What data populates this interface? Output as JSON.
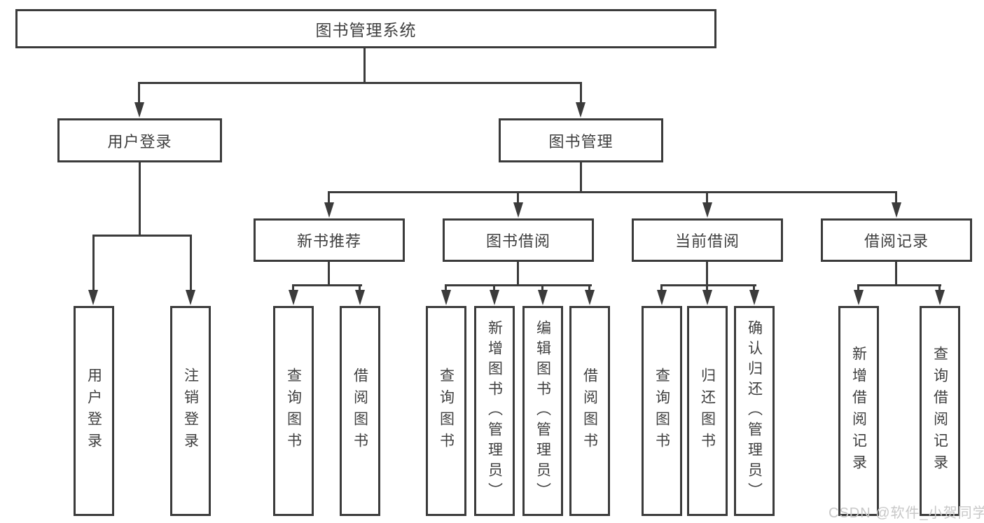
{
  "diagram": {
    "line_color": "#3b3b3b",
    "text_color": "#3f3f3f",
    "nodes": {
      "root": "图书管理系统",
      "user_login": "用户登录",
      "book_management": "图书管理",
      "new_book_recommend": "新书推荐",
      "book_borrowing": "图书借阅",
      "current_borrowing": "当前借阅",
      "borrowing_records": "借阅记录",
      "ul_user_login": "用户登录",
      "ul_logout": "注销登录",
      "nr_query_books": "查询图书",
      "nr_borrow_books": "借阅图书",
      "bb_query_books": "查询图书",
      "bb_add_books": "新增图书（管理员）",
      "bb_edit_books": "编辑图书（管理员）",
      "bb_borrow_books": "借阅图书",
      "cb_query_books": "查询图书",
      "cb_return_books": "归还图书",
      "cb_confirm_return": "确认归还（管理员）",
      "br_add_record": "新增借阅记录",
      "br_query_record": "查询借阅记录"
    },
    "edges": [
      [
        "root",
        "user_login"
      ],
      [
        "root",
        "book_management"
      ],
      [
        "user_login",
        "ul_user_login"
      ],
      [
        "user_login",
        "ul_logout"
      ],
      [
        "book_management",
        "new_book_recommend"
      ],
      [
        "book_management",
        "book_borrowing"
      ],
      [
        "book_management",
        "current_borrowing"
      ],
      [
        "book_management",
        "borrowing_records"
      ],
      [
        "new_book_recommend",
        "nr_query_books"
      ],
      [
        "new_book_recommend",
        "nr_borrow_books"
      ],
      [
        "book_borrowing",
        "bb_query_books"
      ],
      [
        "book_borrowing",
        "bb_add_books"
      ],
      [
        "book_borrowing",
        "bb_edit_books"
      ],
      [
        "book_borrowing",
        "bb_borrow_books"
      ],
      [
        "current_borrowing",
        "cb_query_books"
      ],
      [
        "current_borrowing",
        "cb_return_books"
      ],
      [
        "current_borrowing",
        "cb_confirm_return"
      ],
      [
        "borrowing_records",
        "br_add_record"
      ],
      [
        "borrowing_records",
        "br_query_record"
      ]
    ]
  },
  "watermark": {
    "text": "CSDN @软件_小贺同学",
    "color": "#c8c8c8"
  }
}
